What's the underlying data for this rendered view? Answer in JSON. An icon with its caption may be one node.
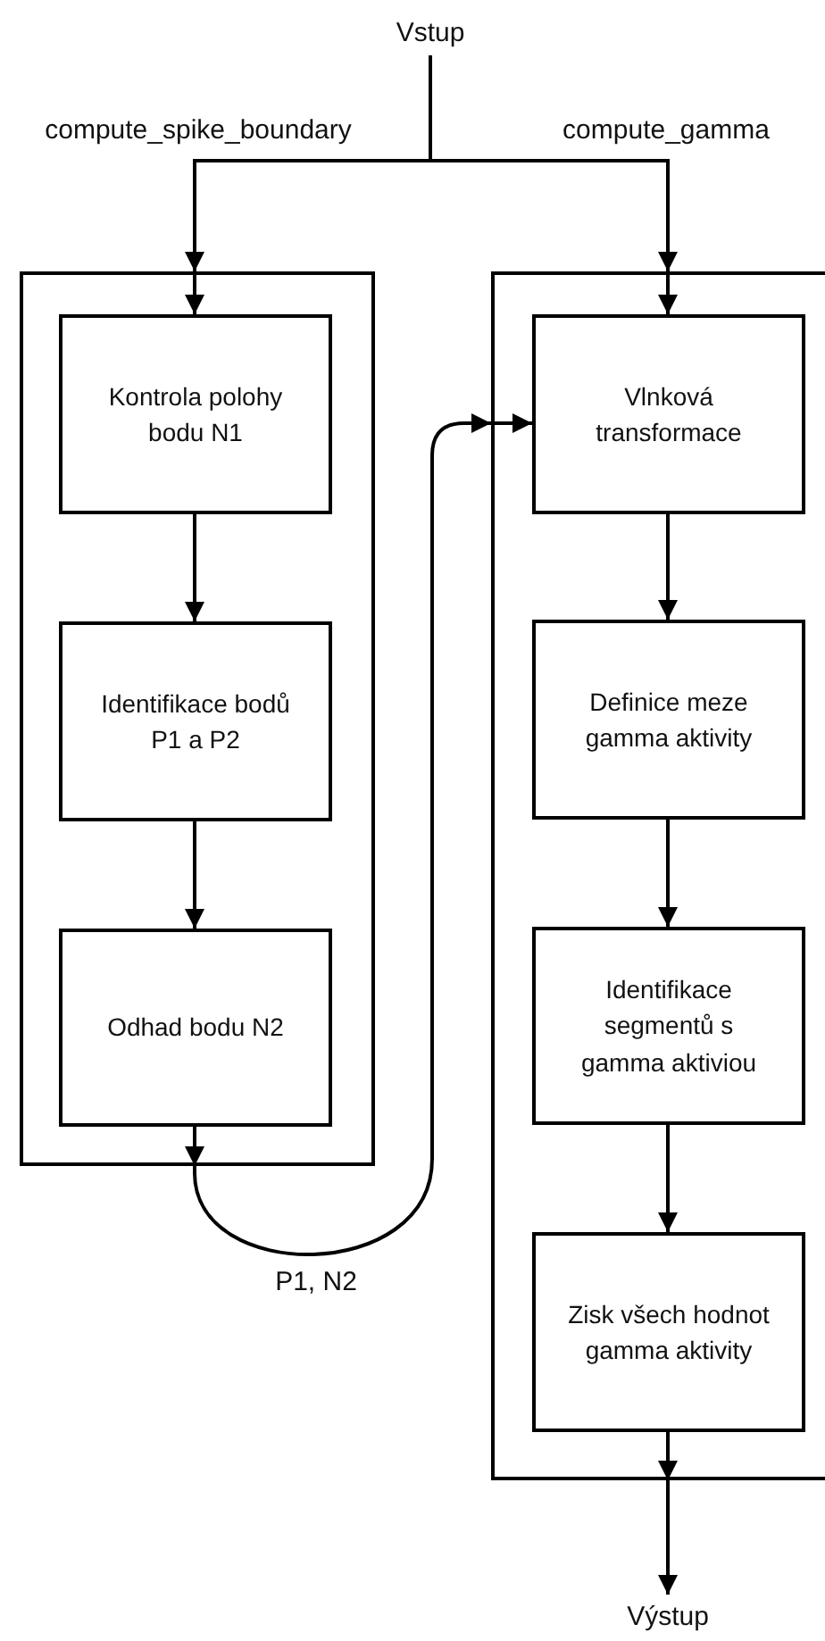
{
  "diagram": {
    "nodes": [
      {
        "text": [
          "Vstup"
        ]
      },
      {
        "text": [],
        "shape": "box"
      },
      {
        "text": [
          "Kontrola polohy bodu N1"
        ],
        "in": 1
      },
      {
        "text": [
          "Identifikace bodů P1 a P2"
        ],
        "in": 1
      },
      {
        "text": [
          "Odhad bodu N2"
        ],
        "in": 1
      },
      {
        "text": [],
        "shape": "box"
      },
      {
        "text": [
          "Vlnková transformace"
        ],
        "in": 5
      },
      {
        "text": [
          "Definice meze gamma aktivity"
        ],
        "in": 5
      },
      {
        "text": [
          "Identifikace segmentů s gamma aktiviou"
        ],
        "in": 5
      },
      {
        "text": [
          "Zisk všech hodnot gamma aktivity"
        ],
        "in": 5
      },
      {
        "text": [
          "Výstup"
        ]
      }
    ],
    "edges": [
      {
        "from": 0,
        "to": 1,
        "arrow": "to",
        "label": "compute_spike_boundary"
      },
      {
        "from": 0,
        "to": 5,
        "arrow": "to",
        "label": "compute_gamma"
      },
      {
        "from": 1,
        "to": 2,
        "arrow": "to"
      },
      {
        "from": 5,
        "to": 6,
        "arrow": "to"
      },
      {
        "from": 2,
        "to": 3,
        "arrow": "to"
      },
      {
        "from": 3,
        "to": 4,
        "arrow": "to"
      },
      {
        "from": 4,
        "to": 1,
        "arrow": "to"
      },
      {
        "from": 1,
        "to": 5,
        "arrow": "to",
        "label": "P1, N2"
      },
      {
        "from": 5,
        "to": 6,
        "arrow": "to"
      },
      {
        "from": 6,
        "to": 7,
        "arrow": "to"
      },
      {
        "from": 7,
        "to": 8,
        "arrow": "to"
      },
      {
        "from": 8,
        "to": 9,
        "arrow": "to"
      },
      {
        "from": 9,
        "to": 5,
        "arrow": "to"
      },
      {
        "from": 5,
        "to": 10,
        "arrow": "to"
      }
    ]
  }
}
